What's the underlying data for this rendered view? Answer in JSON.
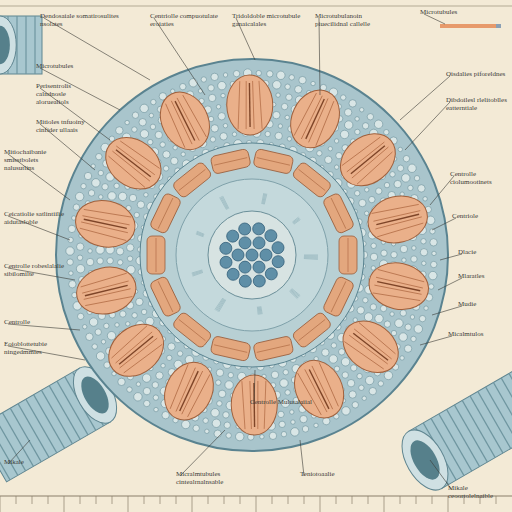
{
  "diagram": {
    "labels": [
      "Dendosaiale somatirosulites nsolates",
      "Centriolle compuotulate eroiaties",
      "Tridoldoble microtubule ganaicalales",
      "Microtubulanoin piuecilidnal callelle",
      "Microtubules",
      "Microtubules",
      "Perisentrolis calndnosle aloruealiols",
      "Mitioles tnfuoiny cinfider ullaais",
      "Oisdalies piforeldnes",
      "Dibdoilesl rlelitoblles eatterntiale",
      "Centrolle ciolumootinets",
      "Centriole",
      "Dlacie",
      "Mlaratles",
      "Mudie",
      "Micalmtulos",
      "Mitiochaibanie smisstbolets nalusutlins",
      "Ceicatiolie satlintiilie aidutasloble",
      "Centrolle robeslalalie sibilomilte",
      "Centrolle",
      "Eoioblottetubie ningedmmies",
      "Centrolle Mulutalaiial",
      "Micralmtubules cintealrnalnsable",
      "Teniotoaalie",
      "Mikale",
      "Mikale ceoortolelnaible"
    ]
  }
}
